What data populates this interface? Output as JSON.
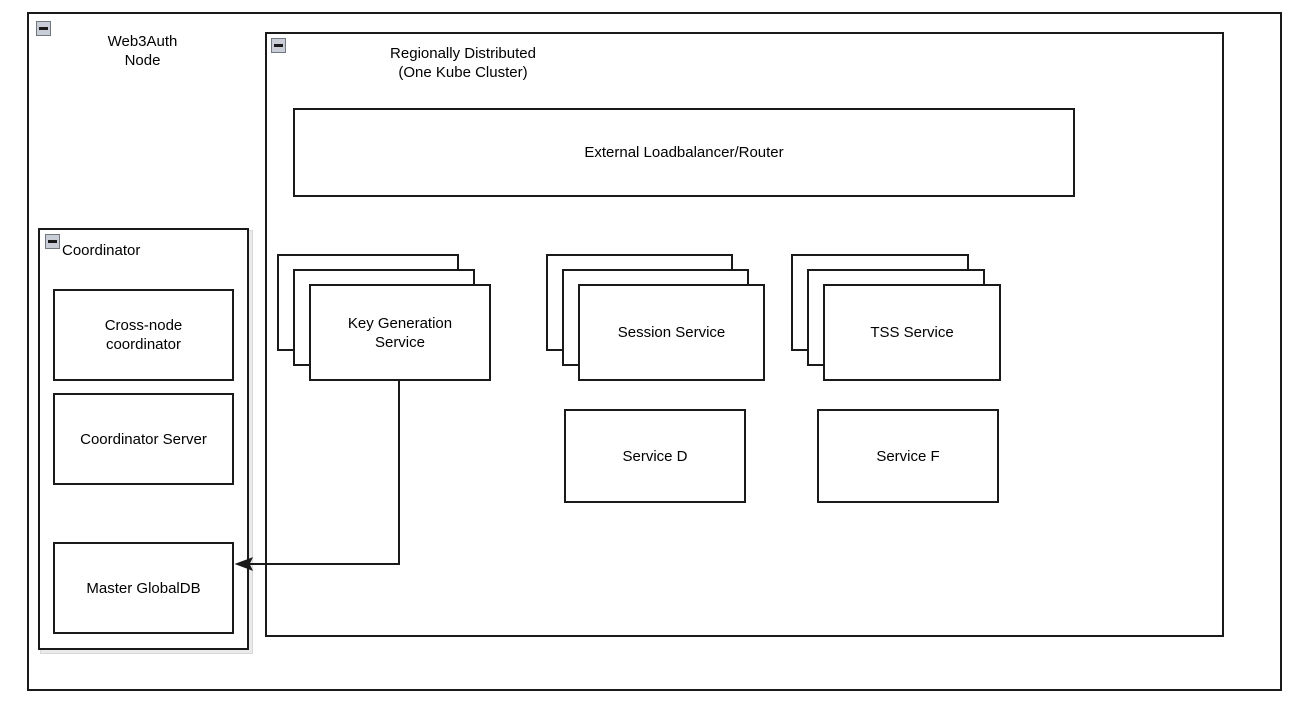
{
  "diagram": {
    "title": "Web3Auth Node Architecture",
    "background_color": "#ffffff",
    "line_color": "#1a1a1a",
    "icon_color": "#c9ced6"
  },
  "containers": {
    "node": {
      "label": "Web3Auth\nNode",
      "collapse_icon": "minus-square-icon"
    },
    "region": {
      "label": "Regionally Distributed\n(One Kube Cluster)",
      "collapse_icon": "minus-square-icon"
    },
    "coordinator": {
      "label": "Coordinator",
      "collapse_icon": "minus-square-icon"
    }
  },
  "coordinator_nodes": [
    {
      "id": "cross-node-coordinator",
      "label": "Cross-node\ncoordinator"
    },
    {
      "id": "coordinator-server",
      "label": "Coordinator Server"
    },
    {
      "id": "master-globaldb",
      "label": "Master GlobalDB"
    }
  ],
  "region_nodes": {
    "loadbalancer": {
      "id": "external-loadbalancer-router",
      "label": "External Loadbalancer/Router"
    },
    "stacked_services": [
      {
        "id": "key-generation-service",
        "label": "Key Generation\nService",
        "replicas": 3
      },
      {
        "id": "session-service",
        "label": "Session Service",
        "replicas": 3
      },
      {
        "id": "tss-service",
        "label": "TSS Service",
        "replicas": 3
      }
    ],
    "plain_services": [
      {
        "id": "service-d",
        "label": "Service D"
      },
      {
        "id": "service-f",
        "label": "Service F"
      }
    ]
  },
  "connectors": [
    {
      "id": "kgs-to-master-globaldb",
      "from": "key-generation-service",
      "to": "master-globaldb",
      "arrowhead": "open-arrow",
      "label": ""
    }
  ]
}
